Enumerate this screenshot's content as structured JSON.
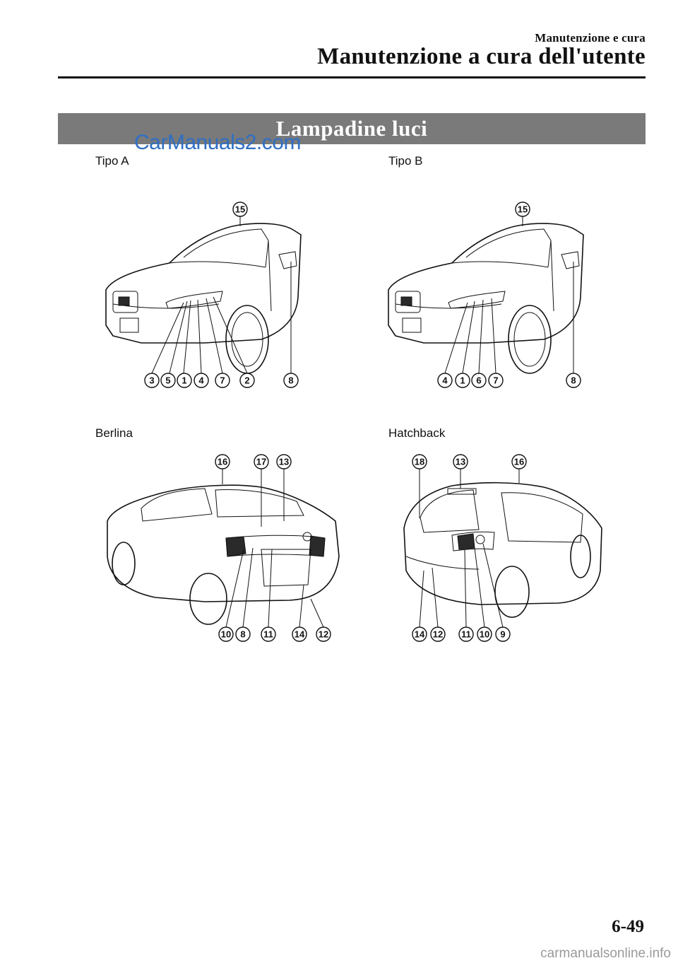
{
  "header": {
    "section": "Manutenzione e cura",
    "title": "Manutenzione a cura dell'utente"
  },
  "banner": {
    "title": "Lampadine luci"
  },
  "watermark": {
    "text": "CarManuals2.com"
  },
  "figures": {
    "tipo_a": {
      "caption": "Tipo A",
      "callouts": [
        "3",
        "5",
        "1",
        "4",
        "7",
        "2",
        "8",
        "15"
      ]
    },
    "tipo_b": {
      "caption": "Tipo B",
      "callouts": [
        "4",
        "1",
        "6",
        "7",
        "8",
        "15"
      ]
    },
    "berlina": {
      "caption": "Berlina",
      "callouts": [
        "16",
        "17",
        "13",
        "10",
        "8",
        "11",
        "14",
        "12"
      ]
    },
    "hatchback": {
      "caption": "Hatchback",
      "callouts": [
        "18",
        "13",
        "16",
        "14",
        "12",
        "11",
        "10",
        "9"
      ]
    }
  },
  "footer": {
    "page_number": "6-49",
    "url": "carmanualsonline.info"
  }
}
